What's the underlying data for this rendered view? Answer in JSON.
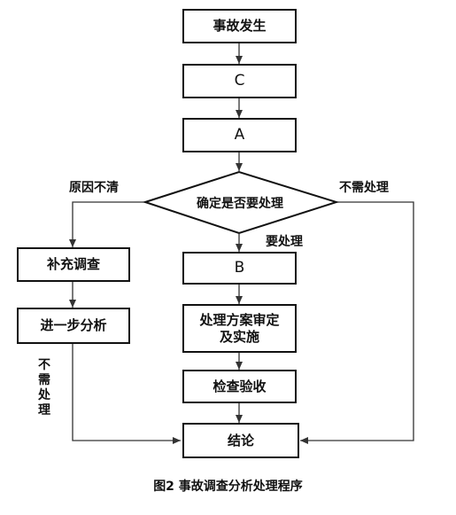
{
  "nodes": {
    "accident": "事故发生",
    "c": "C",
    "a": "A",
    "decision": "确定是否要处理",
    "b": "B",
    "plan": "处理方案审定及实施",
    "check": "检查验收",
    "conclusion": "结论",
    "supplement": "补充调查",
    "further": "进一步分析"
  },
  "edges": {
    "unclear": "原因不清",
    "no_handle_right": "不需处理",
    "need_handle": "要处理",
    "no_handle_left": "不需处理"
  },
  "caption": "图2  事故调查分析处理程序"
}
